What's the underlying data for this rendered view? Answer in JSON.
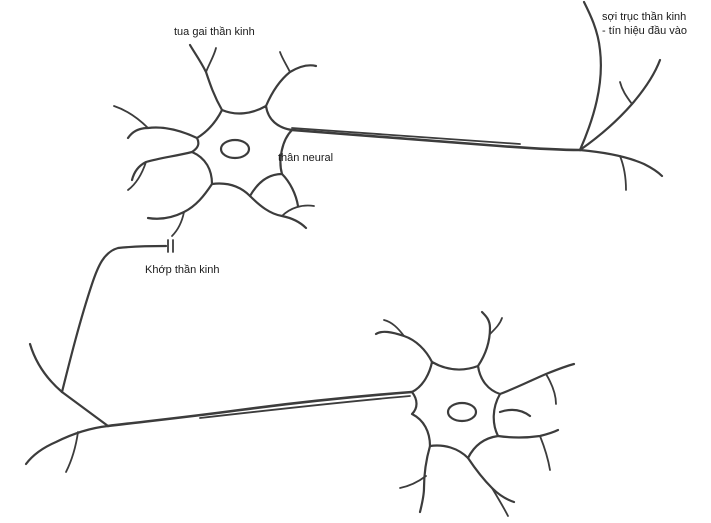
{
  "labels": {
    "dendrite": "tua gai thần kinh",
    "soma": "thân neural",
    "synapse": "Khớp thần kinh",
    "axon_line1": "sợi trục thần kinh",
    "axon_line2": "- tín hiệu đầu vào"
  },
  "colors": {
    "stroke": "#3c3c3c",
    "text": "#1a1a1a",
    "background": "#ffffff"
  }
}
